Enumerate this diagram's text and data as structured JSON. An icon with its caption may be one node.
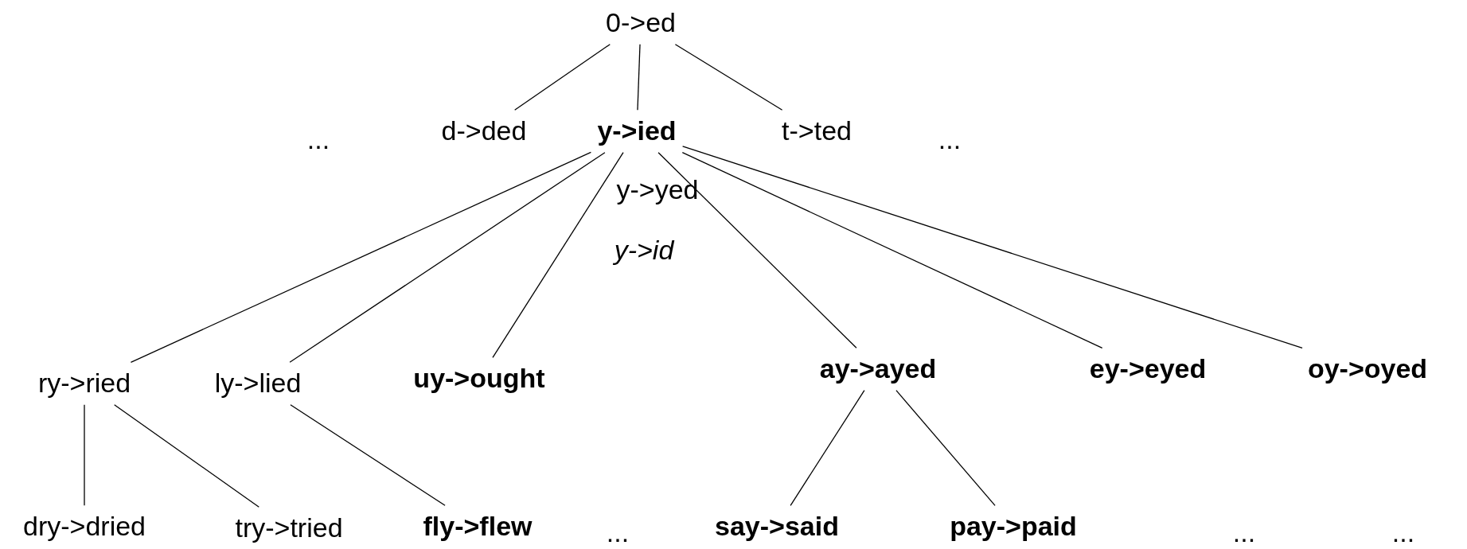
{
  "diagram": {
    "nodes": [
      {
        "text": [
          "0->ed"
        ]
      },
      {
        "text": [
          "d->ded"
        ]
      },
      {
        "text": [
          "y->ied"
        ],
        "beside": [
          "y->yed",
          "y->id"
        ]
      },
      {
        "text": [
          "t->ted"
        ]
      },
      {
        "text": [
          "ry->ried"
        ]
      },
      {
        "text": [
          "ly->lied"
        ]
      },
      {
        "text": [
          "uy->ought"
        ]
      },
      {
        "text": [
          "ay->ayed"
        ]
      },
      {
        "text": [
          "ey->eyed"
        ]
      },
      {
        "text": [
          "oy->oyed"
        ]
      },
      {
        "text": [
          "dry->dried"
        ]
      },
      {
        "text": [
          "try->tried"
        ]
      },
      {
        "text": [
          "fly->flew"
        ]
      },
      {
        "text": [
          "say->said"
        ]
      },
      {
        "text": [
          "pay->paid"
        ]
      }
    ],
    "edges": [
      {
        "from": 0,
        "to": 1,
        "arrow": "none"
      },
      {
        "from": 0,
        "to": 2,
        "arrow": "none"
      },
      {
        "from": 0,
        "to": 3,
        "arrow": "none"
      },
      {
        "from": 2,
        "to": 4,
        "arrow": "none"
      },
      {
        "from": 2,
        "to": 5,
        "arrow": "none"
      },
      {
        "from": 2,
        "to": 6,
        "arrow": "none"
      },
      {
        "from": 2,
        "to": 7,
        "arrow": "none"
      },
      {
        "from": 2,
        "to": 8,
        "arrow": "none"
      },
      {
        "from": 2,
        "to": 9,
        "arrow": "none"
      },
      {
        "from": 4,
        "to": 10,
        "arrow": "none"
      },
      {
        "from": 4,
        "to": 11,
        "arrow": "none"
      },
      {
        "from": 5,
        "to": 12,
        "arrow": "none"
      },
      {
        "from": 7,
        "to": 13,
        "arrow": "none"
      },
      {
        "from": 7,
        "to": 14,
        "arrow": "none"
      }
    ],
    "labels": [
      "...",
      "...",
      "...",
      "...",
      "..."
    ]
  }
}
